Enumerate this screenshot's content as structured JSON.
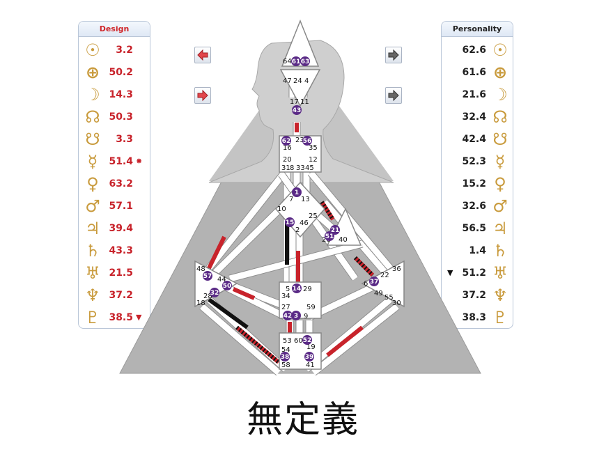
{
  "design": {
    "title": "Design",
    "rows": [
      {
        "planet": "sun-icon",
        "glyph": "☉",
        "value": "3.2",
        "mark": ""
      },
      {
        "planet": "earth-icon",
        "glyph": "⊕",
        "value": "50.2",
        "mark": ""
      },
      {
        "planet": "moon-icon",
        "glyph": "☽",
        "value": "14.3",
        "mark": ""
      },
      {
        "planet": "north-node-icon",
        "glyph": "☊",
        "value": "50.3",
        "mark": ""
      },
      {
        "planet": "south-node-icon",
        "glyph": "☋",
        "value": "3.3",
        "mark": ""
      },
      {
        "planet": "mercury-icon",
        "glyph": "☿",
        "value": "51.4",
        "mark": "✸"
      },
      {
        "planet": "venus-icon",
        "glyph": "♀",
        "value": "63.2",
        "mark": ""
      },
      {
        "planet": "mars-icon",
        "glyph": "♂",
        "value": "57.1",
        "mark": ""
      },
      {
        "planet": "jupiter-icon",
        "glyph": "♃",
        "value": "39.4",
        "mark": ""
      },
      {
        "planet": "saturn-icon",
        "glyph": "♄",
        "value": "43.3",
        "mark": ""
      },
      {
        "planet": "uranus-icon",
        "glyph": "♅",
        "value": "21.5",
        "mark": ""
      },
      {
        "planet": "neptune-icon",
        "glyph": "♆",
        "value": "37.2",
        "mark": ""
      },
      {
        "planet": "pluto-icon",
        "glyph": "♇",
        "value": "38.5",
        "mark": "▼"
      }
    ]
  },
  "personality": {
    "title": "Personality",
    "rows": [
      {
        "planet": "sun-icon",
        "glyph": "☉",
        "value": "62.6",
        "mark": ""
      },
      {
        "planet": "earth-icon",
        "glyph": "⊕",
        "value": "61.6",
        "mark": ""
      },
      {
        "planet": "moon-icon",
        "glyph": "☽",
        "value": "21.6",
        "mark": ""
      },
      {
        "planet": "north-node-icon",
        "glyph": "☊",
        "value": "32.4",
        "mark": ""
      },
      {
        "planet": "south-node-icon",
        "glyph": "☋",
        "value": "42.4",
        "mark": ""
      },
      {
        "planet": "mercury-icon",
        "glyph": "☿",
        "value": "52.3",
        "mark": ""
      },
      {
        "planet": "venus-icon",
        "glyph": "♀",
        "value": "15.2",
        "mark": ""
      },
      {
        "planet": "mars-icon",
        "glyph": "♂",
        "value": "32.6",
        "mark": ""
      },
      {
        "planet": "jupiter-icon",
        "glyph": "♃",
        "value": "56.5",
        "mark": ""
      },
      {
        "planet": "saturn-icon",
        "glyph": "♄",
        "value": "1.4",
        "mark": ""
      },
      {
        "planet": "uranus-icon",
        "glyph": "♅",
        "value": "51.2",
        "mark": "▼"
      },
      {
        "planet": "neptune-icon",
        "glyph": "♆",
        "value": "37.2",
        "mark": ""
      },
      {
        "planet": "pluto-icon",
        "glyph": "♇",
        "value": "38.3",
        "mark": ""
      }
    ]
  },
  "nav": {
    "left_prev": "arrow-left-icon",
    "left_next": "arrow-right-icon",
    "right_prev": "arrow-right-icon",
    "right_next": "arrow-right-icon"
  },
  "colors": {
    "design_red": "#c8232b",
    "personality_black": "#111111",
    "gate_badge": "#5a2a86",
    "triangle_gray": "#a9a9a9",
    "head_gray": "#cfcfcf",
    "planet_gold": "#c99b3d"
  },
  "gates": {
    "plain": [
      "64",
      "47",
      "24",
      "4",
      "17",
      "11",
      "16",
      "35",
      "23",
      "20",
      "31",
      "8",
      "33",
      "45",
      "12",
      "7",
      "13",
      "10",
      "25",
      "46",
      "2",
      "26",
      "40",
      "22",
      "36",
      "6",
      "49",
      "55",
      "30",
      "48",
      "44",
      "28",
      "18",
      "5",
      "29",
      "34",
      "27",
      "59",
      "9",
      "53",
      "60",
      "54",
      "19",
      "58",
      "41"
    ],
    "active": [
      "61",
      "63",
      "43",
      "62",
      "56",
      "1",
      "15",
      "21",
      "51",
      "37",
      "57",
      "50",
      "32",
      "14",
      "42",
      "3",
      "52",
      "38",
      "39"
    ]
  },
  "caption": "無定義"
}
